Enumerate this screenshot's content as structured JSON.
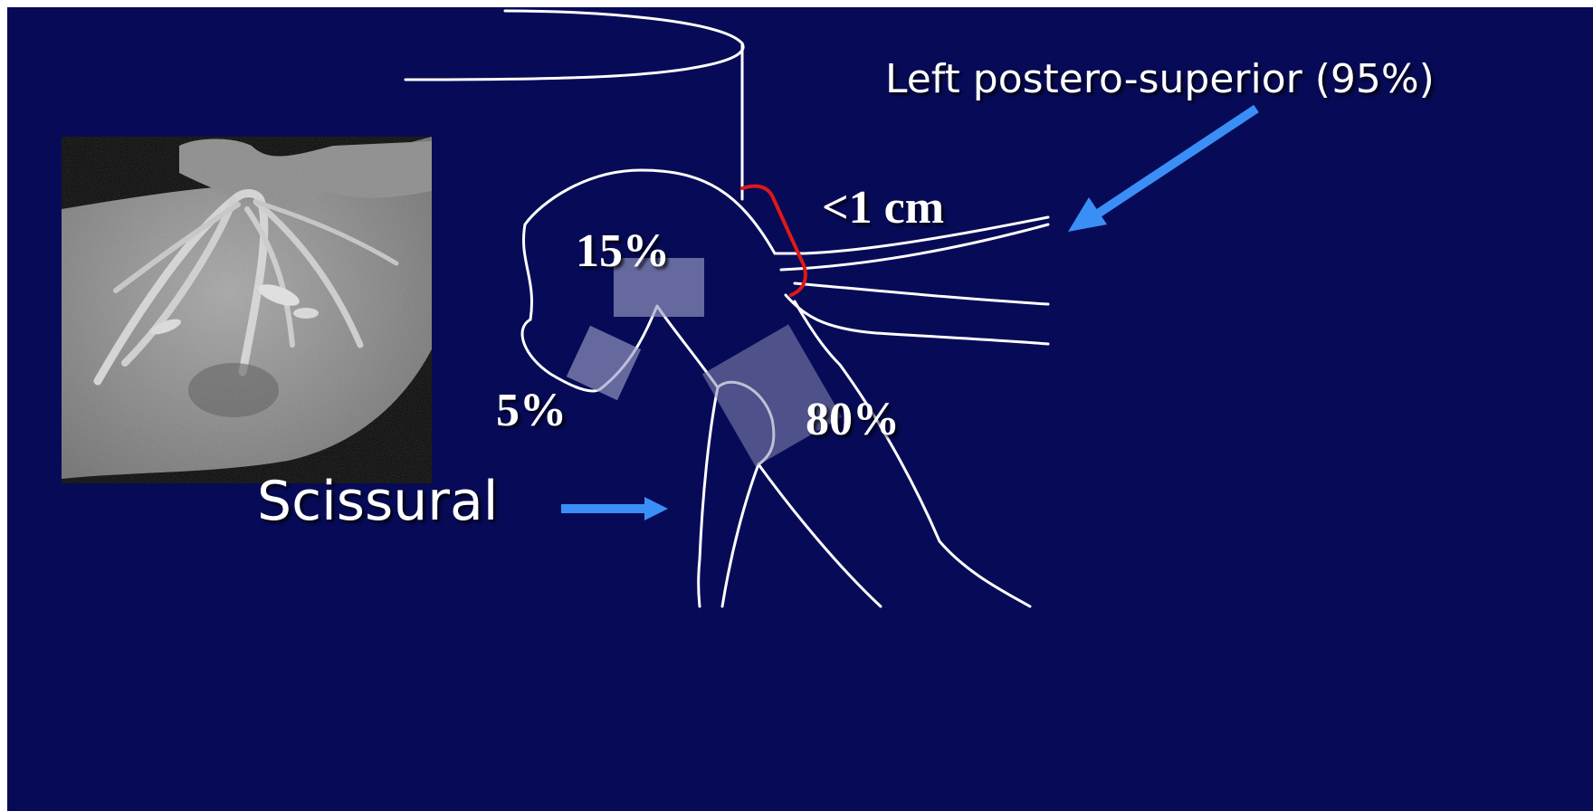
{
  "colors": {
    "background": "#070b57",
    "outline": "#ffffff",
    "arrow": "#3a8ff6",
    "bracket": "#e01818",
    "overlay": "#9a9cc4"
  },
  "labels": {
    "left_postero_superior": "Left postero-superior (95%)",
    "distance": "<1 cm",
    "pct_15": "15%",
    "pct_5": "5%",
    "pct_80": "80%",
    "scissural": "Scissural"
  },
  "image": {
    "type": "ct-scan-thumbnail",
    "alt": "CT image of left hepatic vein branching"
  }
}
